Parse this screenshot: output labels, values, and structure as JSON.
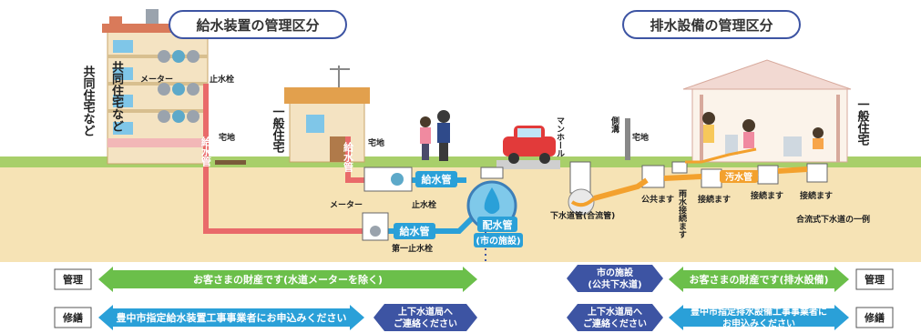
{
  "headings": {
    "supply": "給水装置の管理区分",
    "drain": "排水設備の管理区分"
  },
  "labels": {
    "apartment": "共同住宅など",
    "house_left": "一般住宅",
    "house_right": "一般住宅",
    "yard_apartment": "宅地",
    "yard_house": "宅地",
    "yard_right": "宅地",
    "stop_valve_top": "止水栓",
    "meter_top": "メーター",
    "pipe_vertical_apartment": "給水管",
    "pipe_vertical_house": "給水管",
    "meter_house": "メーター",
    "stop_valve_house": "止水栓",
    "supply_pipe_1": "給水管",
    "supply_pipe_2": "給水管",
    "first_stop_valve": "第一止水栓",
    "main_pipe": "配水管",
    "main_pipe_sub": "(市の施設)",
    "manhole": "マンホール",
    "gutter": "側溝",
    "sewer_pipe": "下水道管(合流管)",
    "public_basin": "公共ます",
    "rain_basin": "雨水接続ます",
    "connect_1": "接続ます",
    "connect_2": "接続ます",
    "connect_3": "接続ます",
    "sewage_pipe": "汚水管",
    "combined_example": "合流式下水道の一例"
  },
  "rows": {
    "manage_tag_left": "管理",
    "repair_tag_left": "修繕",
    "manage_tag_right": "管理",
    "repair_tag_right": "修繕",
    "manage_supply": "お客さまの財産です(水道メーターを除く)",
    "repair_supply": "豊中市指定給水装置工事事業者にお申込みください",
    "repair_city_1": "上下水道局へ",
    "repair_city_2": "ご連絡ください",
    "manage_public_1": "市の施設",
    "manage_public_2": "(公共下水道)",
    "repair_public_1": "上下水道局へ",
    "repair_public_2": "ご連絡ください",
    "manage_drain": "お客さまの財産です(排水設備)",
    "repair_drain_1": "豊中市指定排水設備工事事業者に",
    "repair_drain_2": "お申込みください"
  },
  "colors": {
    "green": "#6bbf4a",
    "blue": "#2aa0d8",
    "navy": "#3d54a3",
    "water_pipe": "#e96a6a",
    "orange": "#f3a12e",
    "ground": "#e8c98a",
    "grass": "#a8cf6a"
  }
}
